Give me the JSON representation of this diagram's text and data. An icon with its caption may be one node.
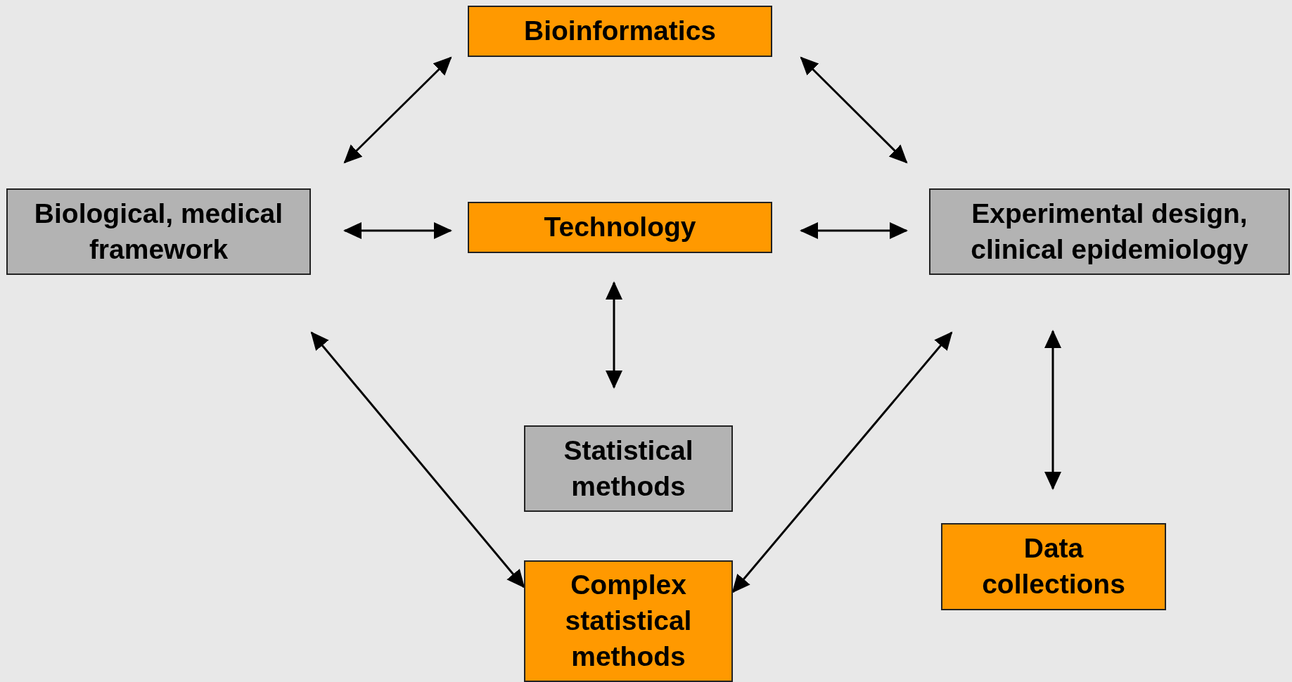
{
  "diagram": {
    "nodes": [
      {
        "text": [
          "Bioinformatics"
        ]
      },
      {
        "text": [
          "Biological, medical framework"
        ]
      },
      {
        "text": [
          "Technology"
        ]
      },
      {
        "text": [
          "Experimental design, clinical epidemiology"
        ]
      },
      {
        "text": [
          "Statistical methods"
        ]
      },
      {
        "text": [
          "Complex statistical methods"
        ]
      },
      {
        "text": [
          "Data collections"
        ]
      }
    ],
    "edges": [
      {
        "from": 1,
        "to": 0,
        "arrow": "both"
      },
      {
        "from": 0,
        "to": 3,
        "arrow": "both"
      },
      {
        "from": 1,
        "to": 2,
        "arrow": "both"
      },
      {
        "from": 2,
        "to": 3,
        "arrow": "both"
      },
      {
        "from": 2,
        "to": 4,
        "arrow": "both"
      },
      {
        "from": 1,
        "to": 5,
        "arrow": "both"
      },
      {
        "from": 3,
        "to": 5,
        "arrow": "both"
      },
      {
        "from": 3,
        "to": 6,
        "arrow": "both"
      }
    ]
  }
}
